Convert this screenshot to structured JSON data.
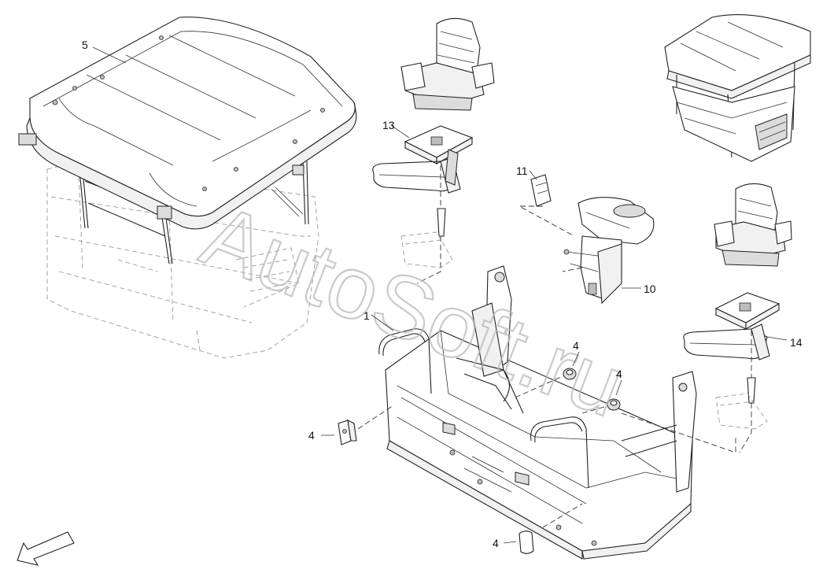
{
  "watermark": "AutoSoft.ru",
  "callouts": [
    {
      "id": "c5",
      "text": "5"
    },
    {
      "id": "c13",
      "text": "13"
    },
    {
      "id": "c11",
      "text": "11"
    },
    {
      "id": "c10",
      "text": "10"
    },
    {
      "id": "c1",
      "text": "1"
    },
    {
      "id": "c4a",
      "text": "4"
    },
    {
      "id": "c4b",
      "text": "4"
    },
    {
      "id": "c4c",
      "text": "4"
    },
    {
      "id": "c4d",
      "text": "4"
    },
    {
      "id": "c14",
      "text": "14"
    }
  ],
  "icons": {
    "direction": "direction-arrow-icon"
  }
}
